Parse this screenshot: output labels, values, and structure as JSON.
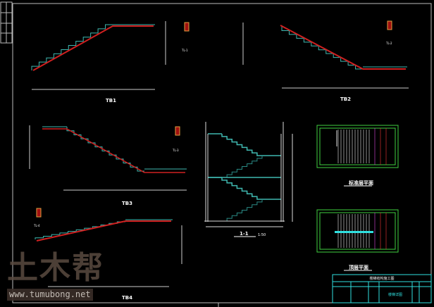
{
  "drawing_labels": {
    "tb1": "TB1",
    "tb2": "TB2",
    "tb3": "TB3",
    "tb4": "TB4",
    "tl1": "TL-1",
    "tl2": "TL-2",
    "tl3": "TL-3",
    "tl4": "TL-4",
    "section": "1-1",
    "plan1": "标准层平面",
    "plan2": "顶层平面",
    "scale": "1:50"
  },
  "title_block": {
    "header": "楼梯结构施工图",
    "drawing_name": "楼梯详图"
  },
  "watermark": {
    "logo": "土木帮",
    "url": "www.tumubong.net"
  },
  "colors": {
    "stair": "#3fb8b0",
    "slab": "#d02020",
    "plan": "#40d040",
    "title_block": "#30e0e0"
  }
}
